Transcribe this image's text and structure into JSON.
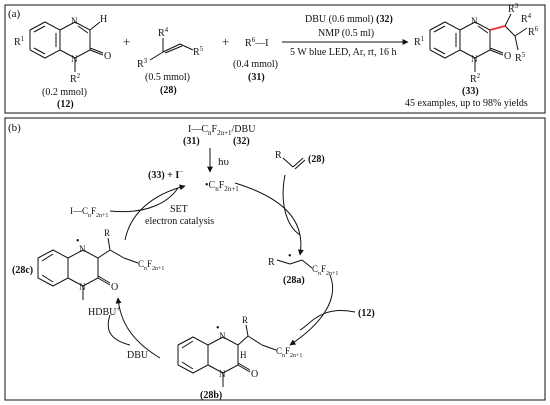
{
  "panel_a": {
    "label": "(a)",
    "substrate_r1": "R",
    "substrate_r1_sup": "1",
    "substrate_r2": "R",
    "substrate_r2_sup": "2",
    "substrate_h": "H",
    "substrate_amount": "(0.2 mmol)",
    "substrate_id": "(12)",
    "plus": "+",
    "alkene_r3": "R",
    "alkene_r3_sup": "3",
    "alkene_r4": "R",
    "alkene_r4_sup": "4",
    "alkene_r5": "R",
    "alkene_r5_sup": "5",
    "alkene_amount": "(0.5 mmol)",
    "alkene_id": "(28)",
    "iodide": "R",
    "iodide_sup": "6",
    "iodide_tail": "—I",
    "iodide_amount": "(0.4 mmol)",
    "iodide_id": "(31)",
    "cond_line1": "DBU (0.6 mmol) ",
    "cond_line1_ref": "(32)",
    "cond_line2": "NMP (0.5 ml)",
    "cond_line3": "5 W blue  LED, Ar, rt, 16 h",
    "product_id": "(33)",
    "product_summary": "45 examples, up to 98% yields"
  },
  "panel_b": {
    "label": "(b)",
    "top_reagent_31": "(31)",
    "top_reagent_32": "(32)",
    "top_reagent_text": "/DBU",
    "hv": "hυ",
    "radical_cf": "C",
    "product_plus_iodide": "(33) + I",
    "iodide_minus": "−",
    "set_line1": "SET",
    "set_line2": "electron catalysis",
    "alkene_id": "(28)",
    "alkene_r": "R",
    "intermediate_28a": "(28a)",
    "intermediate_28b": "(28b)",
    "intermediate_28c": "(28c)",
    "quinox_id": "(12)",
    "hdbu": "HDBU",
    "hdbu_plus": "+",
    "dbu": "DBU",
    "atom_N": "N",
    "atom_O": "O",
    "atom_H": "H",
    "atom_R": "R",
    "atom_I": "I"
  },
  "colors": {
    "ink": "#111111",
    "new_bond": "#e8322a",
    "background": "#ffffff"
  }
}
